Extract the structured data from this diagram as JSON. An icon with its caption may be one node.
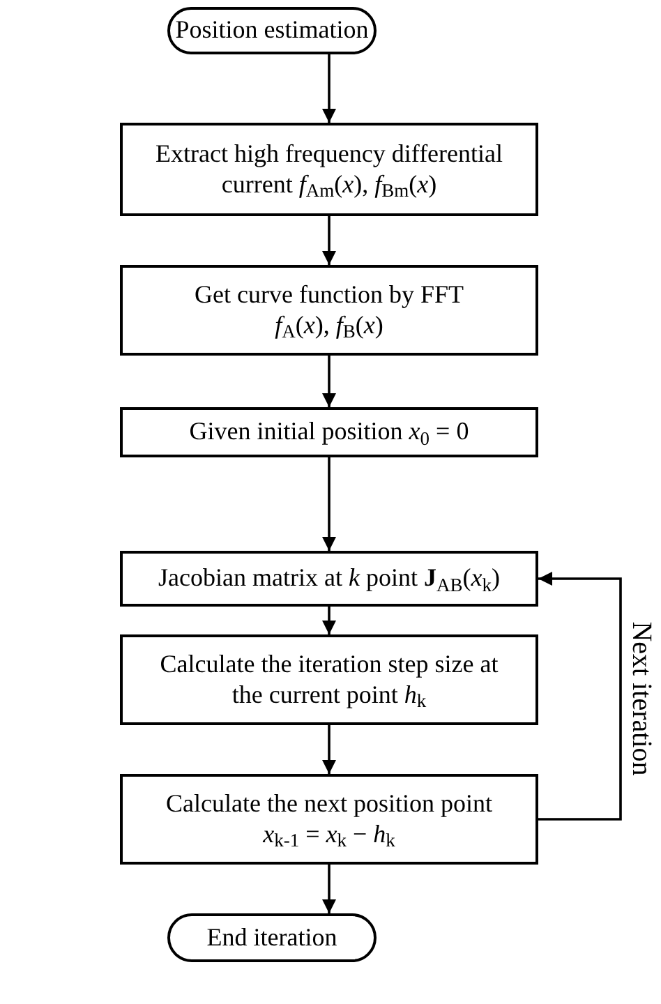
{
  "diagram": {
    "nodes": [
      {
        "text": [
          "Position estimation"
        ]
      },
      {
        "text": [
          "Extract high frequency differential current *f*$_{Am}$(*x*), *f*$_{Bm}$(*x*)"
        ]
      },
      {
        "text": [
          "Get curve function by FFT *f*$_{A}$(*x*), *f*$_{B}$(*x*)"
        ]
      },
      {
        "text": [
          "Given initial position *x*$_{0}$ = 0"
        ]
      },
      {
        "text": [
          "Jacobian matrix at *k* point **J**$_{AB}$(*x*$_{k}$)"
        ]
      },
      {
        "text": [
          "Calculate the iteration step size at the current point *h*$_{k}$"
        ]
      },
      {
        "text": [
          "Calculate the next position point *x*$_{k-1}$ = *x*$_{k}$ − *h*$_{k}$"
        ]
      },
      {
        "text": [
          "End iteration"
        ]
      }
    ],
    "edges": [
      {
        "from": 0,
        "to": 1,
        "arrow": "to"
      },
      {
        "from": 1,
        "to": 2,
        "arrow": "to"
      },
      {
        "from": 2,
        "to": 3,
        "arrow": "to"
      },
      {
        "from": 3,
        "to": 4,
        "arrow": "to"
      },
      {
        "from": 4,
        "to": 5,
        "arrow": "to"
      },
      {
        "from": 5,
        "to": 6,
        "arrow": "to"
      },
      {
        "from": 6,
        "to": 7,
        "arrow": "to"
      },
      {
        "from": 6,
        "to": 4,
        "arrow": "to",
        "label": "Next iteration"
      }
    ]
  }
}
